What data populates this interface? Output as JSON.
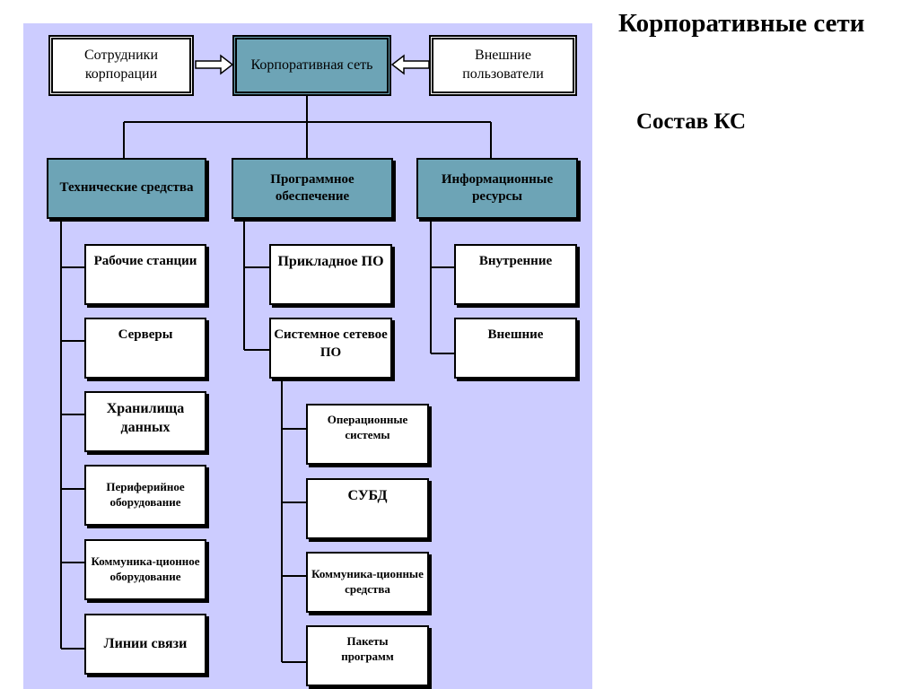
{
  "title": "Корпоративные сети",
  "subtitle": "Состав КС",
  "diagram": {
    "left_top": "Сотрудники корпорации",
    "center_top": "Корпоративная сеть",
    "right_top": "Внешние пользователи",
    "categories": [
      "Технические средства",
      "Программное обеспечение",
      "Информационные ресурсы"
    ],
    "hardware": [
      "Рабочие станции",
      "Серверы",
      "Хранилища данных",
      "Периферийное оборудование",
      "Коммуника-ционное оборудование",
      "Линии связи"
    ],
    "software": [
      "Прикладное ПО",
      "Системное сетевое ПО"
    ],
    "system_software": [
      "Операционные системы",
      "СУБД",
      "Коммуника-ционные средства",
      "Пакеты программ"
    ],
    "resources": [
      "Внутренние",
      "Внешние"
    ]
  }
}
